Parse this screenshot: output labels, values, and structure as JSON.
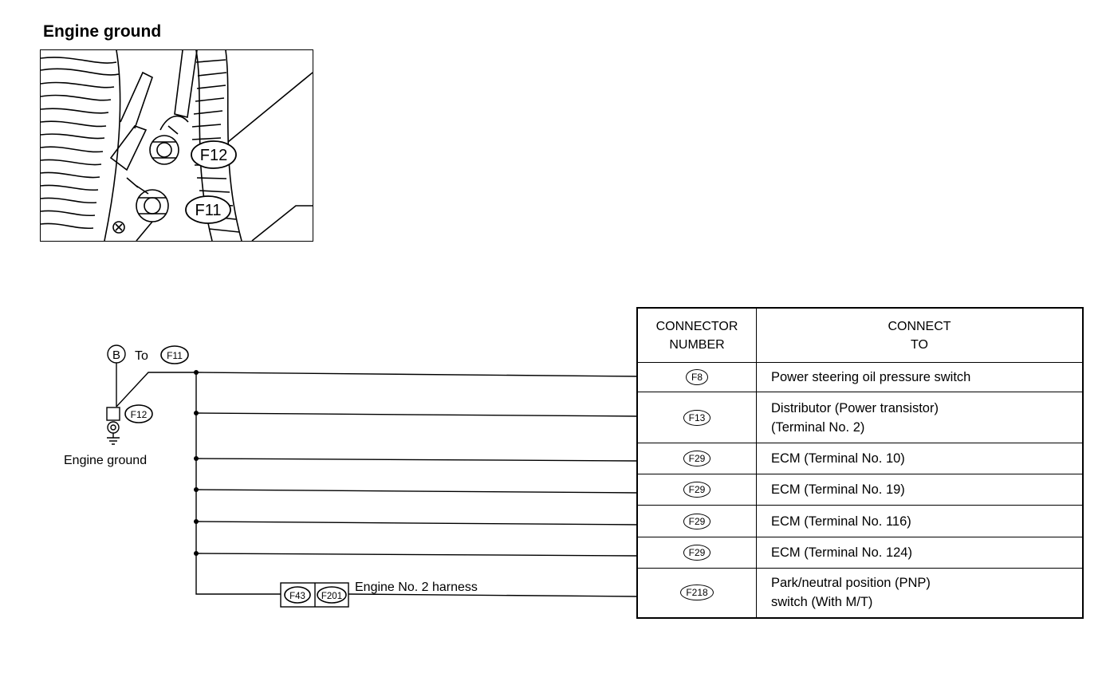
{
  "page_title": "Engine ground",
  "photo": {
    "callouts": [
      "F12",
      "F11"
    ]
  },
  "ground": {
    "b_label": "B",
    "to_label": "To",
    "to_connector": "F11",
    "ground_connector": "F12",
    "ground_label": "Engine ground"
  },
  "inline_connectors": [
    "F43",
    "F201"
  ],
  "harness_label": "Engine No. 2 harness",
  "table": {
    "headers": {
      "connector_number": [
        "CONNECTOR",
        "NUMBER"
      ],
      "connect_to": [
        "CONNECT",
        "TO"
      ]
    },
    "rows": [
      {
        "connector": "F8",
        "desc": [
          "Power steering oil pressure switch"
        ]
      },
      {
        "connector": "F13",
        "desc": [
          "Distributor (Power transistor)",
          "(Terminal No. 2)"
        ]
      },
      {
        "connector": "F29",
        "desc": [
          "ECM (Terminal No. 10)"
        ]
      },
      {
        "connector": "F29",
        "desc": [
          "ECM (Terminal No. 19)"
        ]
      },
      {
        "connector": "F29",
        "desc": [
          "ECM (Terminal No. 116)"
        ]
      },
      {
        "connector": "F29",
        "desc": [
          "ECM (Terminal No. 124)"
        ]
      },
      {
        "connector": "F218",
        "desc": [
          "Park/neutral position (PNP)",
          "switch (With M/T)"
        ]
      }
    ]
  }
}
